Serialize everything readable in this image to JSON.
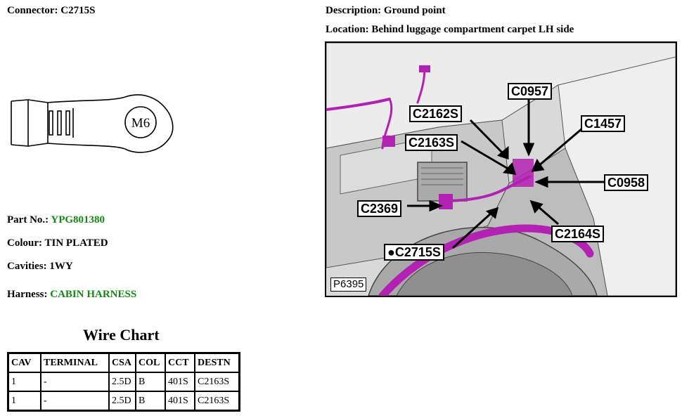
{
  "connector": {
    "label": "Connector:",
    "value": "C2715S"
  },
  "description": {
    "label": "Description:",
    "value": "Ground point"
  },
  "location": {
    "label": "Location:",
    "value": "Behind luggage compartment carpet LH side"
  },
  "terminal_drawing": {
    "stud_label": "M6"
  },
  "part_no": {
    "label": "Part No.:",
    "value": "YPG801380",
    "color": "#138a13"
  },
  "colour": {
    "label": "Colour:",
    "value": "TIN PLATED"
  },
  "cavities": {
    "label": "Cavities:",
    "value": "1WY"
  },
  "harness": {
    "label": "Harness:",
    "value": "CABIN HARNESS",
    "color": "#138a13"
  },
  "wire_chart": {
    "title": "Wire Chart",
    "headers": [
      "CAV",
      "TERMINAL",
      "CSA",
      "COL",
      "CCT",
      "DESTN"
    ],
    "rows": [
      [
        "1",
        "-",
        "2.5D",
        "B",
        "401S",
        "C2163S"
      ],
      [
        "1",
        "-",
        "2.5D",
        "B",
        "401S",
        "C2163S"
      ]
    ]
  },
  "photo": {
    "code": "P6395",
    "callouts": [
      "C0957",
      "C2162S",
      "C1457",
      "C2163S",
      "C0958",
      "C2369",
      "C2164S",
      "●C2715S"
    ],
    "harness_color": "#b321b3"
  }
}
